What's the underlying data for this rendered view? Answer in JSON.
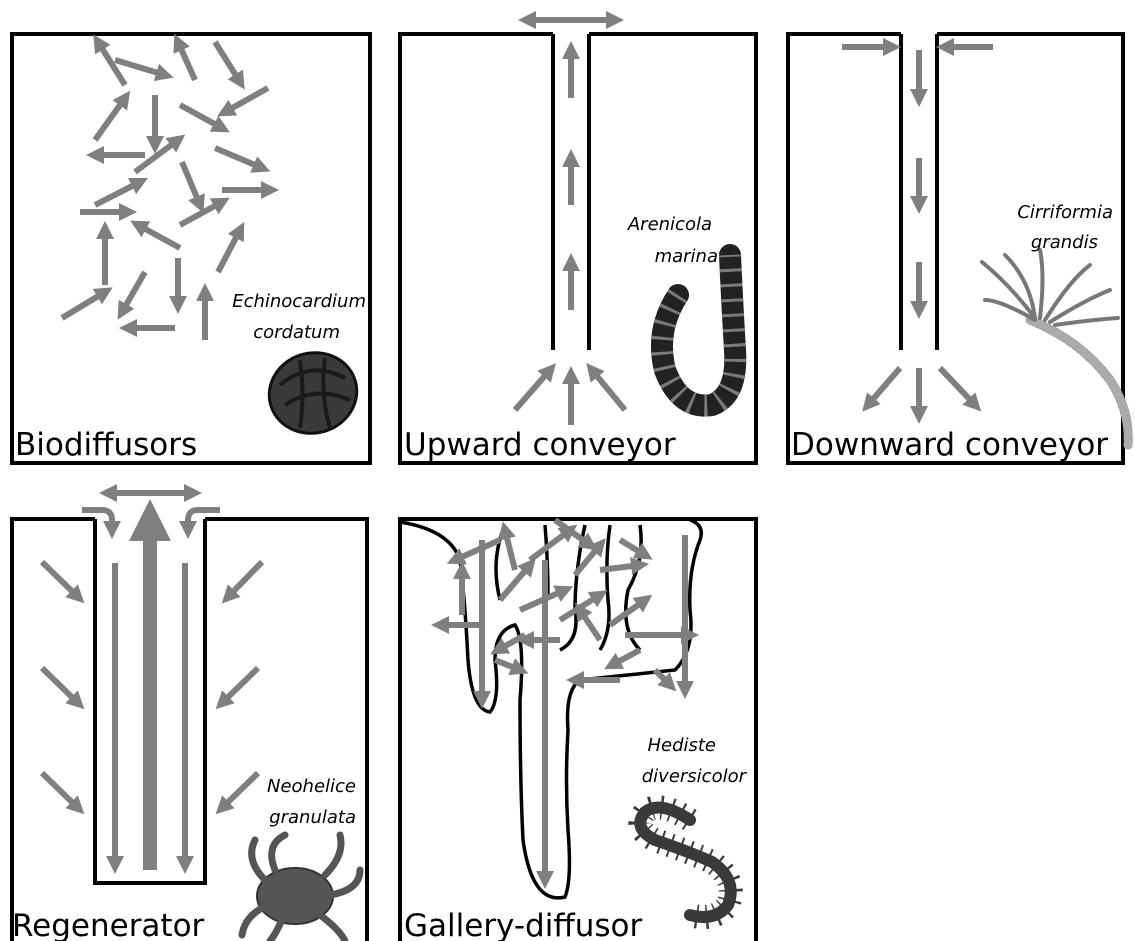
{
  "colors": {
    "arrow": "#7f7f7f",
    "outline": "#000000",
    "organism": "#3a3a3a"
  },
  "panels": [
    {
      "id": "biodiffusors",
      "title": "Biodiffusors",
      "species": [
        "Echinocardium",
        "cordatum"
      ]
    },
    {
      "id": "upward",
      "title": "Upward conveyor",
      "species": [
        "Arenicola",
        "marina"
      ]
    },
    {
      "id": "downward",
      "title": "Downward conveyor",
      "species": [
        "Cirriformia",
        "grandis"
      ]
    },
    {
      "id": "regenerator",
      "title": "Regenerator",
      "species": [
        "Neohelice",
        "granulata"
      ]
    },
    {
      "id": "gallery",
      "title": "Gallery-diffusor",
      "species": [
        "Hediste",
        "diversicolor"
      ]
    }
  ]
}
